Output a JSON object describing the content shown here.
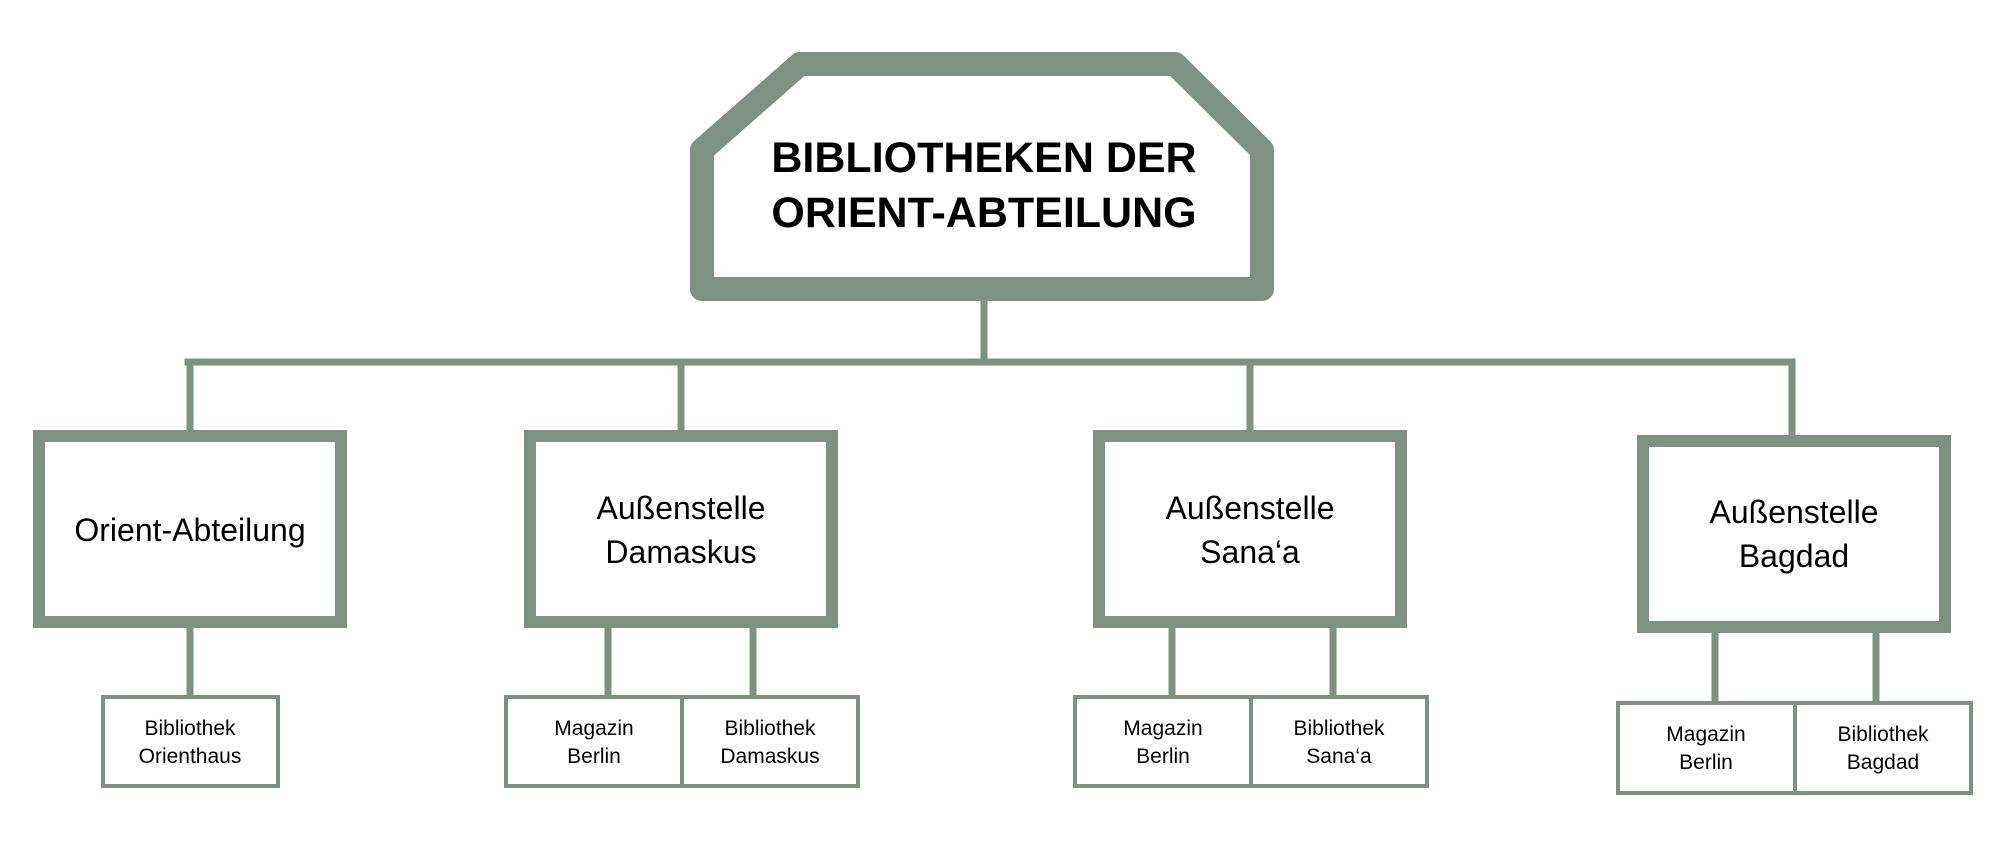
{
  "theme": {
    "line_color": "#7f9182",
    "background": "#ffffff",
    "text_color": "#000000"
  },
  "root": {
    "lines": [
      "BIBLIOTHEKEN DER",
      "ORIENT-ABTEILUNG"
    ]
  },
  "branches": [
    {
      "lines": [
        "Orient-Abteilung"
      ],
      "leaves": [
        {
          "lines": [
            "Bibliothek",
            "Orienthaus"
          ]
        }
      ]
    },
    {
      "lines": [
        "Außenstelle",
        "Damaskus"
      ],
      "leaves": [
        {
          "lines": [
            "Magazin",
            "Berlin"
          ]
        },
        {
          "lines": [
            "Bibliothek",
            "Damaskus"
          ]
        }
      ]
    },
    {
      "lines": [
        "Außenstelle",
        "Sana‘a"
      ],
      "leaves": [
        {
          "lines": [
            "Magazin",
            "Berlin"
          ]
        },
        {
          "lines": [
            "Bibliothek",
            "Sana‘a"
          ]
        }
      ]
    },
    {
      "lines": [
        "Außenstelle",
        "Bagdad"
      ],
      "leaves": [
        {
          "lines": [
            "Magazin",
            "Berlin"
          ]
        },
        {
          "lines": [
            "Bibliothek",
            "Bagdad"
          ]
        }
      ]
    }
  ]
}
